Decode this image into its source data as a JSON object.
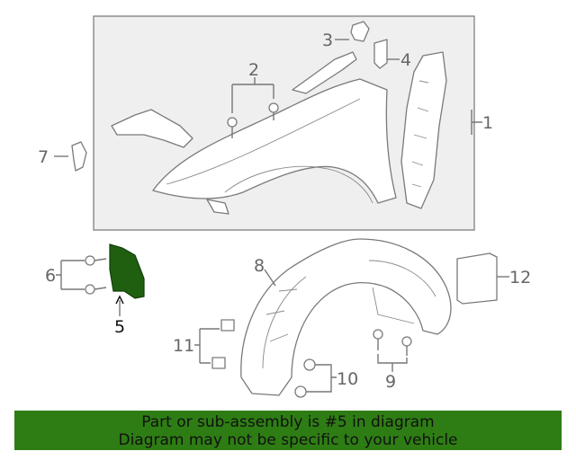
{
  "callouts": {
    "c1": "1",
    "c2": "2",
    "c3": "3",
    "c4": "4",
    "c5": "5",
    "c6": "6",
    "c7": "7",
    "c8": "8",
    "c9": "9",
    "c10": "10",
    "c11": "11",
    "c12": "12"
  },
  "highlighted_part": "5",
  "colors": {
    "highlight": "#1f5f0f",
    "banner": "#2e7d14",
    "line": "#777777"
  },
  "banner": {
    "line1": "Part or sub-assembly is #5 in diagram",
    "line2": "Diagram may not be specific to your vehicle"
  }
}
